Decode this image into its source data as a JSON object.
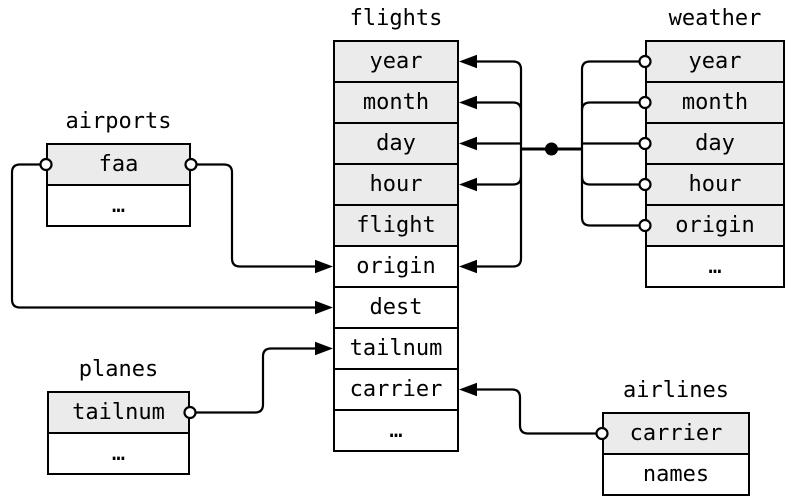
{
  "diagram": {
    "title_context": "nycflights13 relational tables",
    "tables": {
      "flights": {
        "title": "flights",
        "rows": [
          "year",
          "month",
          "day",
          "hour",
          "flight",
          "origin",
          "dest",
          "tailnum",
          "carrier",
          "…"
        ],
        "key_rows": [
          "year",
          "month",
          "day",
          "hour",
          "flight"
        ]
      },
      "weather": {
        "title": "weather",
        "rows": [
          "year",
          "month",
          "day",
          "hour",
          "origin",
          "…"
        ],
        "key_rows": [
          "year",
          "month",
          "day",
          "hour",
          "origin"
        ]
      },
      "airports": {
        "title": "airports",
        "rows": [
          "faa",
          "…"
        ],
        "key_rows": [
          "faa"
        ]
      },
      "planes": {
        "title": "planes",
        "rows": [
          "tailnum",
          "…"
        ],
        "key_rows": [
          "tailnum"
        ]
      },
      "airlines": {
        "title": "airlines",
        "rows": [
          "carrier",
          "names"
        ],
        "key_rows": [
          "carrier"
        ]
      }
    },
    "relationships": [
      {
        "from": "weather(year, month, day, hour, origin)",
        "to": "flights(year, month, day, hour, origin)",
        "style": "bus with junction dot, arrows into flights"
      },
      {
        "from": "airports(faa)",
        "to": "flights(origin)",
        "style": "arrow into flights"
      },
      {
        "from": "airports(faa)",
        "to": "flights(dest)",
        "style": "arrow into flights"
      },
      {
        "from": "planes(tailnum)",
        "to": "flights(tailnum)",
        "style": "arrow into flights"
      },
      {
        "from": "airlines(carrier)",
        "to": "flights(carrier)",
        "style": "arrow into flights"
      }
    ],
    "colors": {
      "key_cell_fill": "#ebebeb",
      "cell_fill": "#ffffff",
      "line": "#000000",
      "background": "#ffffff"
    }
  }
}
